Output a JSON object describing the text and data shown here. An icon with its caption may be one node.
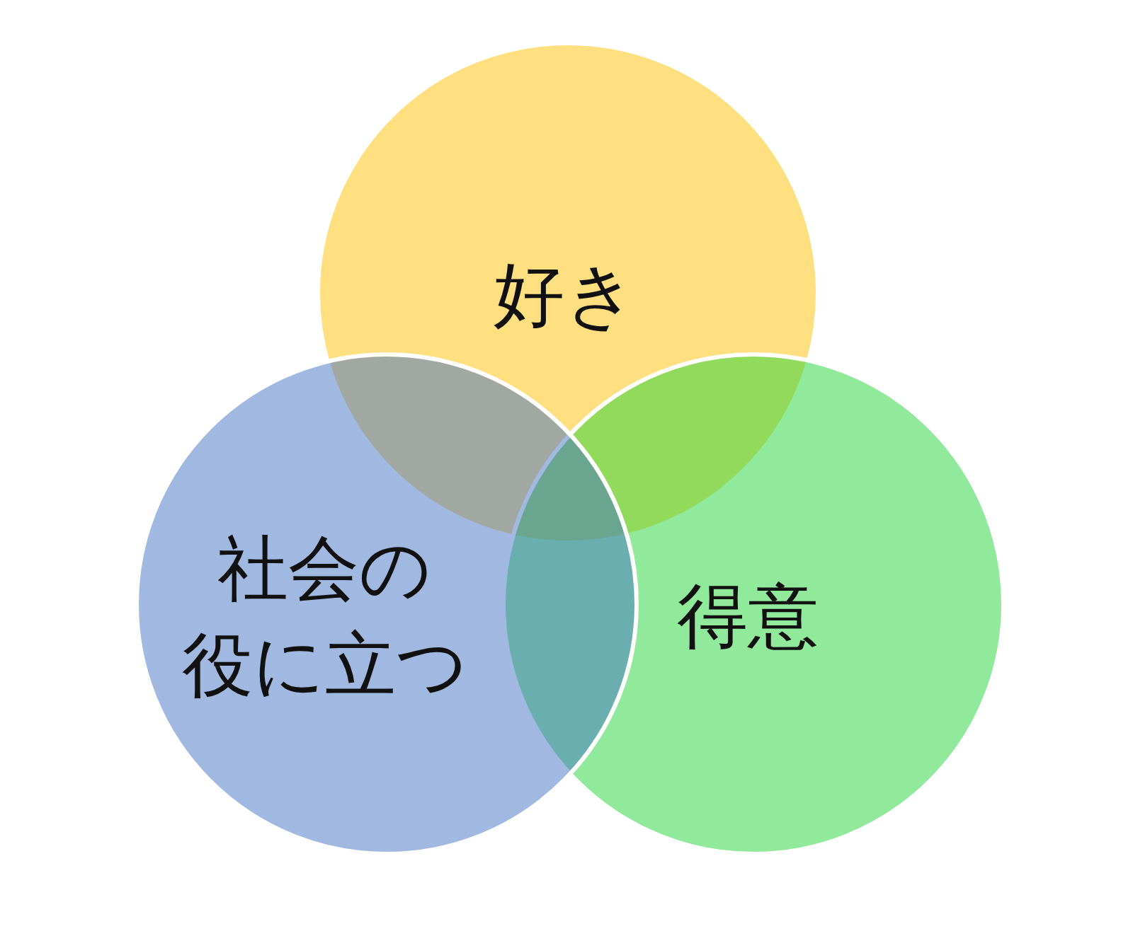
{
  "diagram": {
    "nodes": [
      {
        "text": [
          "好き"
        ]
      },
      {
        "text": [
          "社会の役に立つ"
        ]
      },
      {
        "text": [
          "得意"
        ]
      }
    ]
  }
}
